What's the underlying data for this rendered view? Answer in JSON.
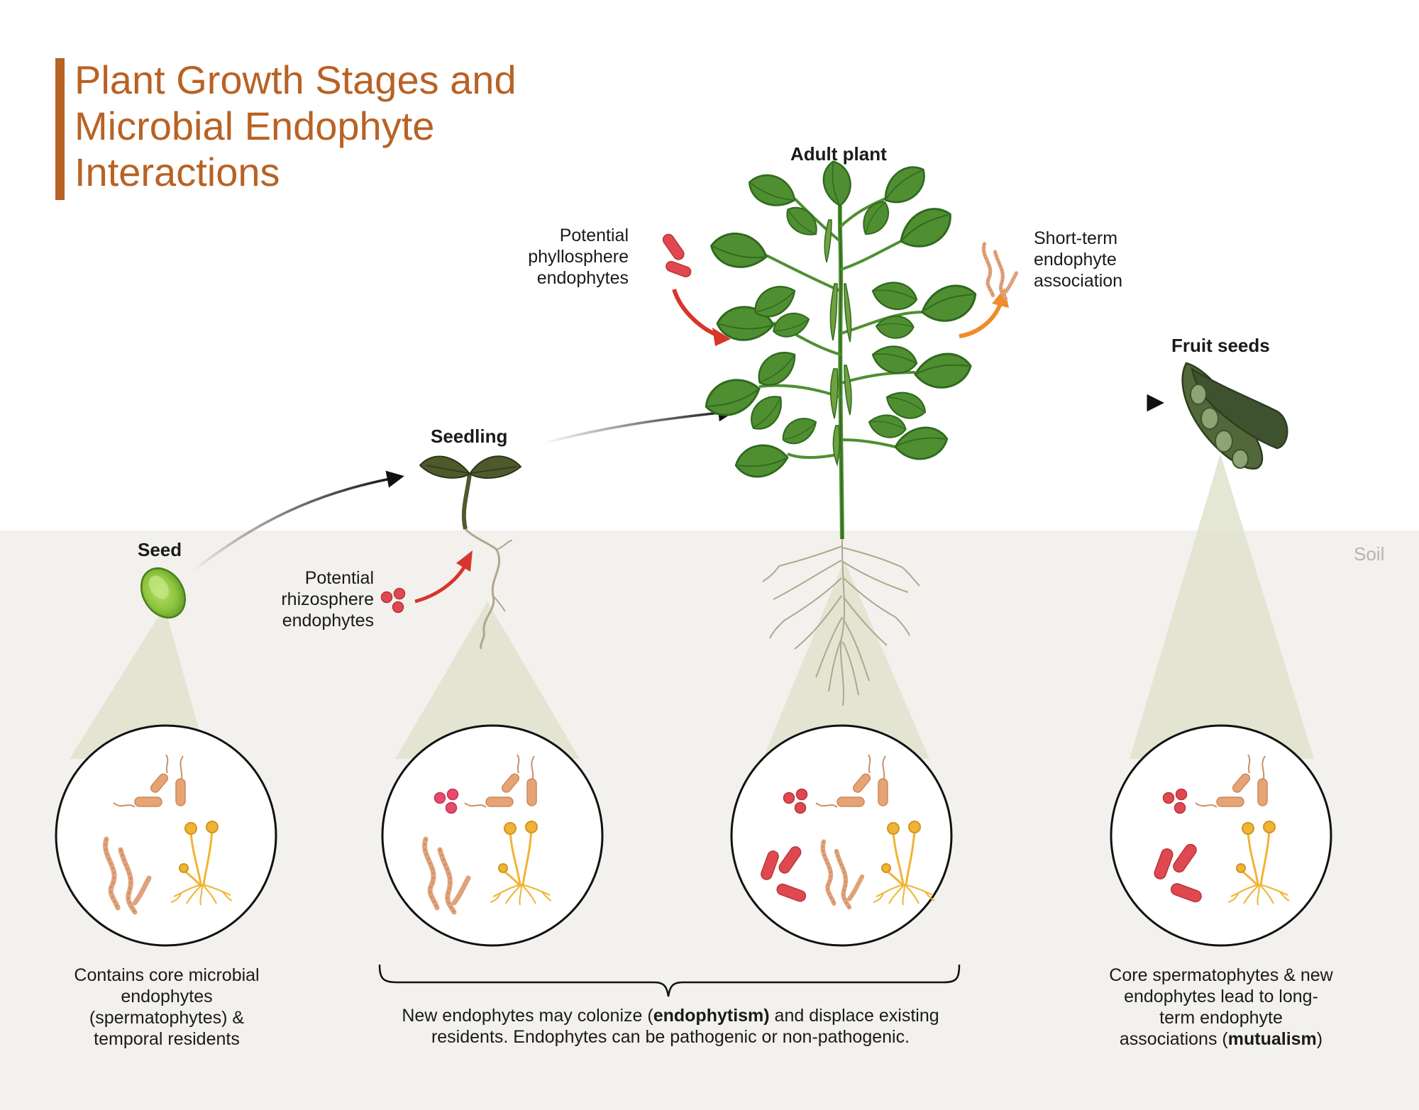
{
  "title": "Plant Growth Stages and Microbial Endophyte Interactions",
  "stages": {
    "seed": "Seed",
    "seedling": "Seedling",
    "adult": "Adult plant",
    "fruit": "Fruit seeds"
  },
  "soil_label": "Soil",
  "labels": {
    "rhizosphere": "Potential rhizosphere endophytes",
    "phyllosphere": "Potential phyllosphere endophytes",
    "short_term": "Short-term endophyte association"
  },
  "captions": {
    "seed": "Contains core microbial endophytes (spermatophytes) & temporal residents",
    "middle_prefix": "New endophytes may colonize (",
    "middle_bold": "endophytism)",
    "middle_suffix": " and displace existing residents. Endophytes can be pathogenic or non-pathogenic.",
    "fruit_prefix": "Core spermatophytes & new endophytes lead to long-term endophyte associations (",
    "fruit_bold": "mutualism",
    "fruit_suffix": ")"
  },
  "colors": {
    "title": "#b86224",
    "soil": "#f3f1ee",
    "leaf": "#4f8f32",
    "leaf_dark": "#2f6a1e",
    "seedling_leaf": "#4f5a2c",
    "pod": "#52683a",
    "seed": "#8ec63f",
    "root": "#b0a78c",
    "cone": "#dfe3cc",
    "red_microbe": "#e0484f",
    "pink_microbe": "#e84a6e",
    "orange_bacteria": "#e6a374",
    "fungus": "#f0b434",
    "arrow_red": "#d8352c",
    "arrow_orange": "#f08c2a"
  },
  "icons": [
    "seed-icon",
    "seedling-icon",
    "adult-plant-icon",
    "fruit-pod-icon",
    "bacillus-icon",
    "coccus-icon",
    "filament-icon",
    "fungus-icon"
  ]
}
